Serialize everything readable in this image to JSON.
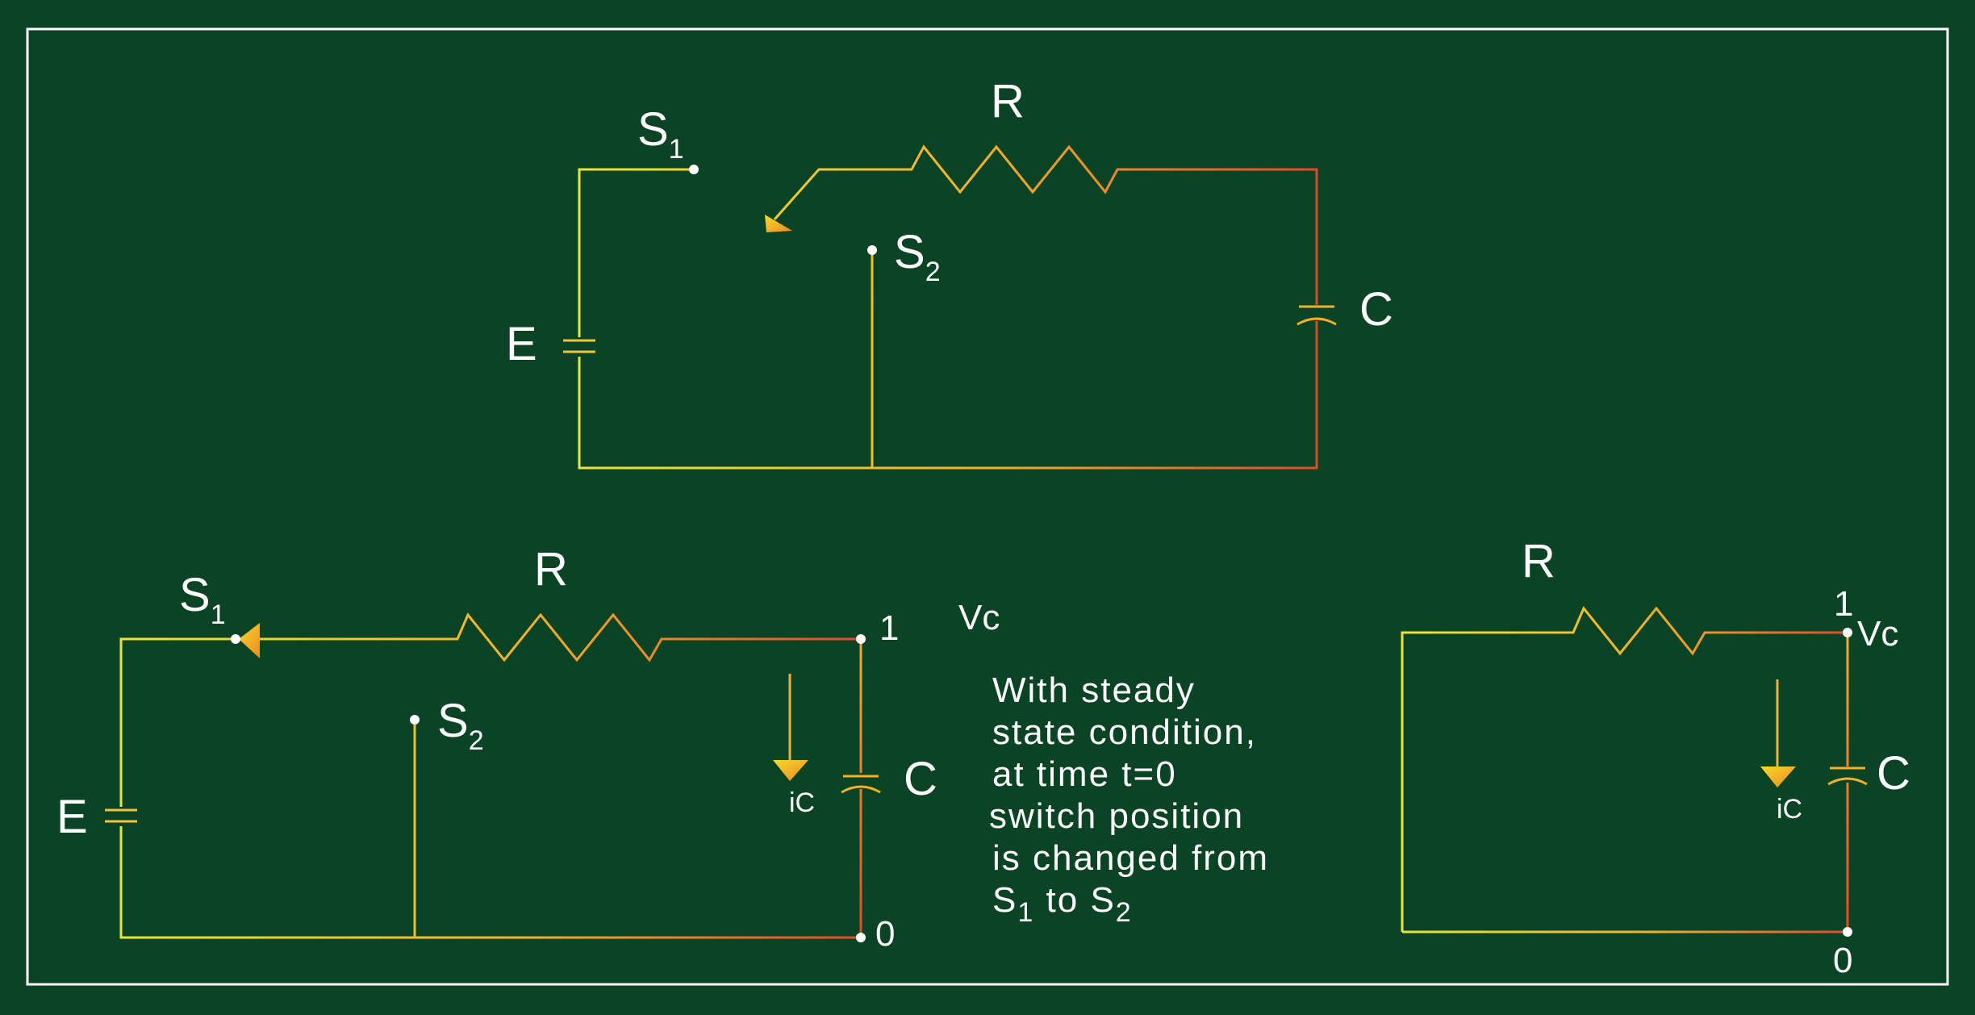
{
  "colors": {
    "background": "#0b4424",
    "frame": "#ffffff",
    "wire_start": "#e9e43a",
    "wire_mid": "#f2b02e",
    "wire_end": "#e0472f",
    "text": "#ffffff"
  },
  "top_circuit": {
    "resistor": "R",
    "capacitor": "C",
    "source": "E",
    "switch1": {
      "letter": "S",
      "index": "1"
    },
    "switch2": {
      "letter": "S",
      "index": "2"
    }
  },
  "left_circuit": {
    "resistor": "R",
    "capacitor": "C",
    "source": "E",
    "switch1": {
      "letter": "S",
      "index": "1"
    },
    "switch2": {
      "letter": "S",
      "index": "2"
    },
    "node_top": "1",
    "node_bottom": "0",
    "voltage": "Vc",
    "current": "iC"
  },
  "right_circuit": {
    "resistor": "R",
    "capacitor": "C",
    "node_top": "1",
    "node_bottom": "0",
    "voltage": "Vc",
    "current": "iC"
  },
  "note": {
    "line1": "With steady",
    "line2": "state condition,",
    "line3": "at time t=0",
    "line4": "switch position",
    "line5": "is changed from",
    "line6_s1": "S",
    "line6_s1_index": "1",
    "line6_mid": " to ",
    "line6_s2": "S",
    "line6_s2_index": "2"
  }
}
